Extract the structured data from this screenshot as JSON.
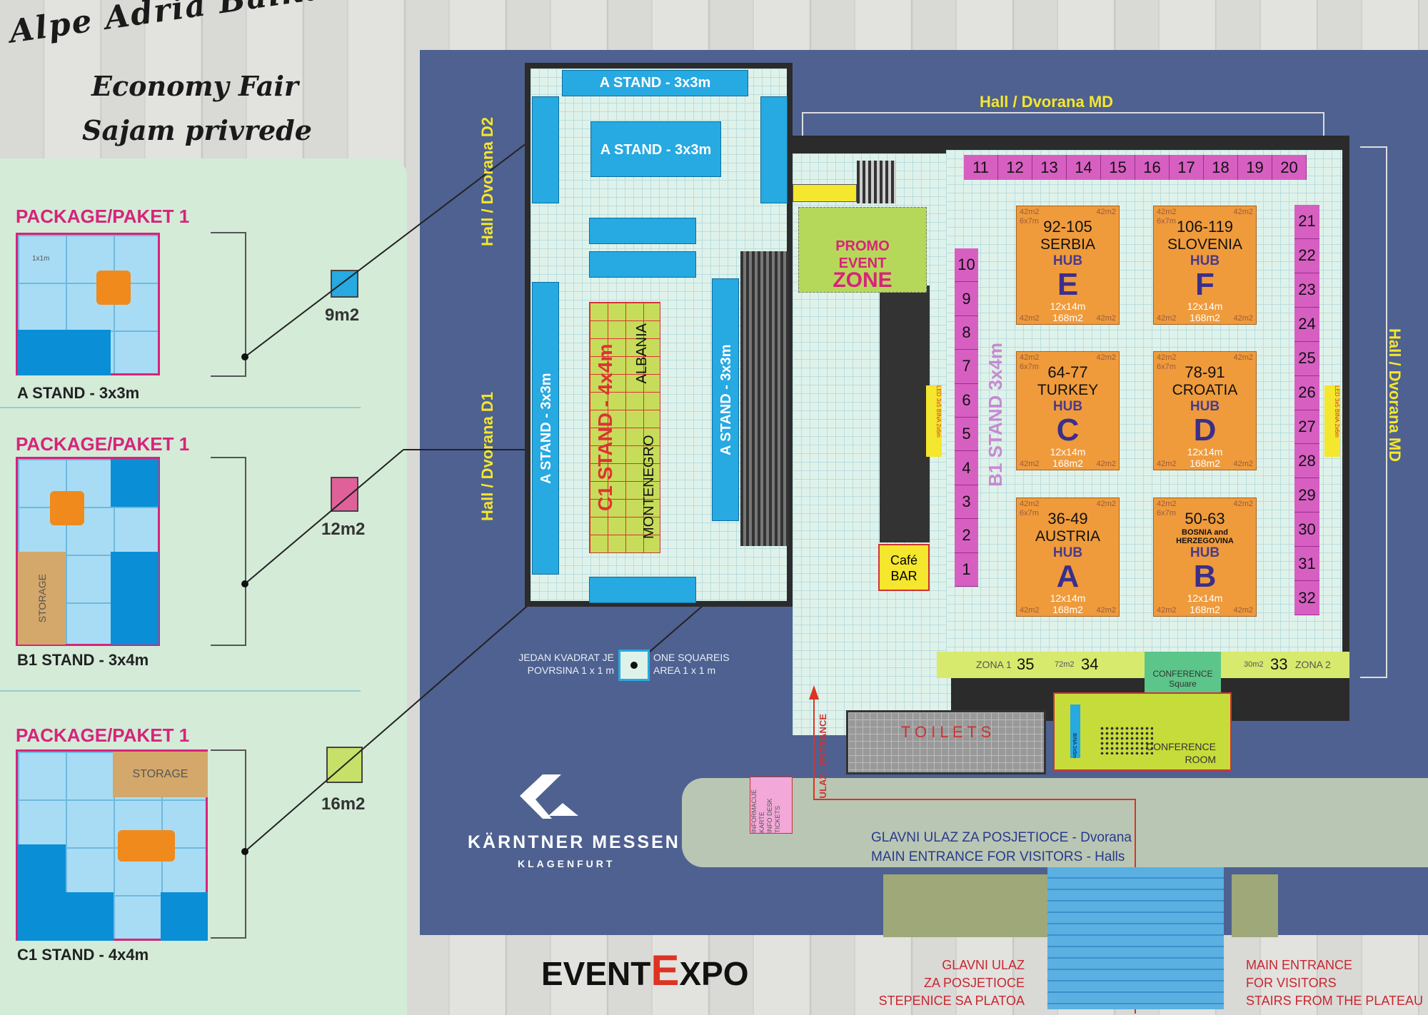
{
  "header": {
    "title_arc": "Alpe Adria Balkan Expo",
    "subtitle": "Economy Fair",
    "subtitle_local": "Sajam privrede"
  },
  "packages": [
    {
      "heading": "PACKAGE/PAKET 1",
      "stand": "A STAND - 3x3m",
      "area": "9m2",
      "grid_note": "1x1m",
      "color": "#27a9e1"
    },
    {
      "heading": "PACKAGE/PAKET 1",
      "stand": "B1 STAND - 3x4m",
      "area": "12m2",
      "storage": "STORAGE",
      "color": "#e0609a"
    },
    {
      "heading": "PACKAGE/PAKET 1",
      "stand": "C1 STAND - 4x4m",
      "area": "16m2",
      "storage": "STORAGE",
      "color": "#c6e06a"
    }
  ],
  "halls": {
    "d2": "Hall / Dvorana D2",
    "d1": "Hall / Dvorana D1",
    "md_top": "Hall / Dvorana MD",
    "md_right": "Hall / Dvorana MD"
  },
  "d_hall": {
    "a_stand": "A STAND - 3x3m",
    "c1_stand": "C1 STAND - 4x4m",
    "albania": "ALBANIA",
    "montenegro": "MONTENEGRO"
  },
  "legend": {
    "local": "JEDAN KVADRAT JE POVRSINA 1 x 1 m",
    "en": "ONE SQUAREIS AREA 1 x 1 m"
  },
  "main_hall": {
    "b1_label": "B1 STAND 3x4m",
    "top_row": [
      "11",
      "12",
      "13",
      "14",
      "15",
      "16",
      "17",
      "18",
      "19",
      "20"
    ],
    "left_col": [
      "10",
      "9",
      "8",
      "7",
      "6",
      "5",
      "4",
      "3",
      "2",
      "1"
    ],
    "right_col": [
      "21",
      "22",
      "23",
      "24",
      "25",
      "26",
      "27",
      "28",
      "29",
      "30",
      "31",
      "32"
    ],
    "promo": [
      "PROMO",
      "EVENT",
      "ZONE"
    ],
    "cafe": [
      "Café",
      "BAR"
    ],
    "led": "LED 3x5 BINA 2x6m",
    "hubs": [
      {
        "range": "92-105",
        "country": "SERBIA",
        "letter": "E"
      },
      {
        "range": "106-119",
        "country": "SLOVENIA",
        "letter": "F"
      },
      {
        "range": "64-77",
        "country": "TURKEY",
        "letter": "C"
      },
      {
        "range": "78-91",
        "country": "CROATIA",
        "letter": "D"
      },
      {
        "range": "36-49",
        "country": "AUSTRIA",
        "letter": "A"
      },
      {
        "range": "50-63",
        "country": "BOSNIA and HERZEGOVINA",
        "letter": "B"
      }
    ],
    "hub_word": "HUB",
    "hub_size": "12x14m",
    "hub_area": "168m2",
    "corner": "42m2",
    "corner_dim": "6x7m",
    "zona1": "ZONA 1",
    "n35": "35",
    "m72": "72m2",
    "n34": "34",
    "m30": "30m2",
    "n33": "33",
    "zona2": "ZONA 2",
    "conf_square": [
      "CONFERENCE",
      "Square"
    ],
    "conf_room": [
      "CONFERENCE",
      "ROOM"
    ],
    "bina": "BINA 2x5m",
    "toilets": "T O I L E T S",
    "entrance": "ULAZ - ENTRANCE",
    "info": [
      "INFORMACIJE",
      "KARTE",
      "INFO DESK",
      "TICKETS"
    ]
  },
  "entrance": {
    "local": "GLAVNI ULAZ ZA POSJETIOCE - Dvorana",
    "en": "MAIN ENTRANCE FOR VISITORS - Halls",
    "stairs_local": [
      "GLAVNI ULAZ",
      "ZA POSJETIOCE",
      "STEPENICE SA PLATOA"
    ],
    "stairs_en": [
      "MAIN ENTRANCE",
      "FOR VISITORS",
      "STAIRS FROM THE PLATEAU"
    ]
  },
  "logos": {
    "messen": "KÄRNTNER MESSEN",
    "city": "KLAGENFURT",
    "eventexpo_left": "EVENT",
    "eventexpo_right": "XPO"
  }
}
